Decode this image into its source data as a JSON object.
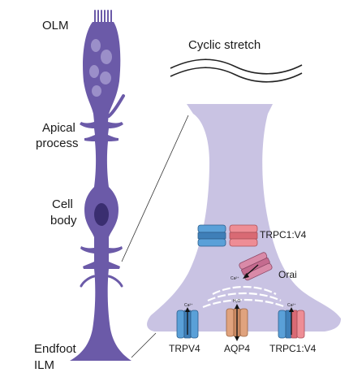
{
  "labels": {
    "olm": "OLM",
    "apical_line1": "Apical",
    "apical_line2": "process",
    "cell_line1": "Cell",
    "cell_line2": "body",
    "endfoot_line1": "Endfoot",
    "endfoot_line2": "ILM",
    "cyclic_stretch": "Cyclic stretch"
  },
  "channels": {
    "trpc1v4_top": "TRPC1:V4",
    "orai": "Orai",
    "trpv4": "TRPV4",
    "aqp4": "AQP4",
    "trpc1v4_bottom": "TRPC1:V4"
  },
  "ions": {
    "ca_orai": "Ca²⁺",
    "ca_trpv4": "Ca²⁺",
    "h2o": "H₂O",
    "ca_trpc": "Ca²⁺"
  },
  "colors": {
    "cell": "#6b5aa8",
    "cell_dark": "#4a3d85",
    "endfoot_zoom": "#c9c3e3",
    "trpv4_blue": "#5aa0d8",
    "trpc_pink": "#ee8d95",
    "aqp4_orange": "#e0a37e",
    "orai_pink": "#d98aa8"
  }
}
